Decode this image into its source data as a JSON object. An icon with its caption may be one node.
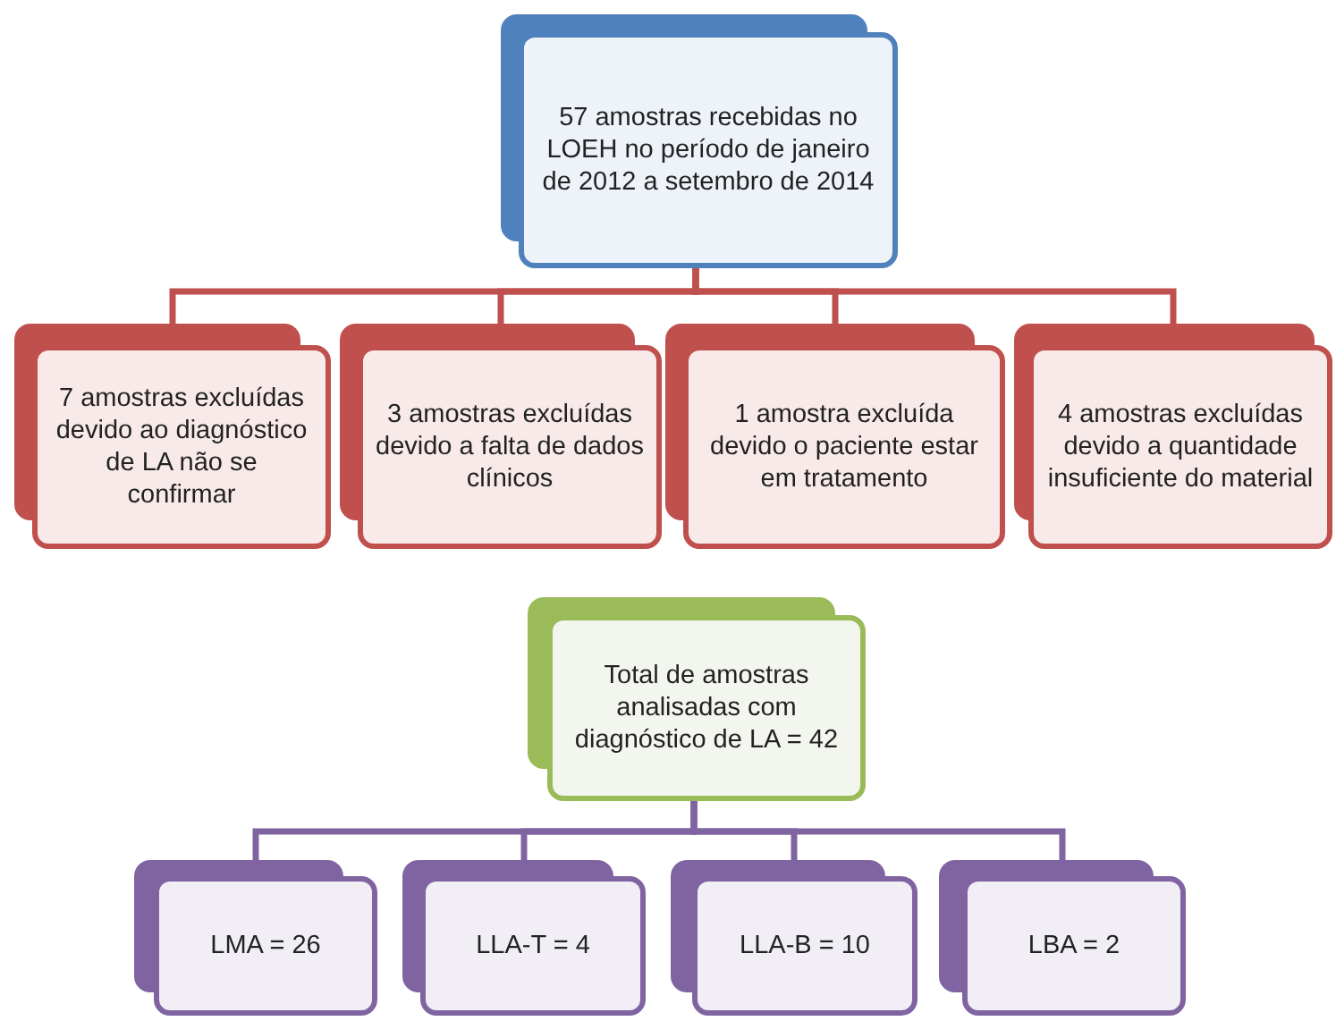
{
  "diagram": {
    "nodes": [
      {
        "text": [
          "57 amostras recebidas no LOEH no período de janeiro de 2012 a setembro de 2014"
        ]
      },
      {
        "text": [
          "7 amostras excluídas devido ao diagnóstico de LA não se confirmar"
        ]
      },
      {
        "text": [
          "3 amostras excluídas devido a falta de dados clínicos"
        ]
      },
      {
        "text": [
          "1 amostra excluída devido o paciente estar em tratamento"
        ]
      },
      {
        "text": [
          "4 amostras excluídas devido a quantidade insuficiente do material"
        ]
      },
      {
        "text": [
          "Total de amostras analisadas com diagnóstico de LA = 42"
        ]
      },
      {
        "text": [
          "LMA = 26"
        ]
      },
      {
        "text": [
          "LLA-T = 4"
        ]
      },
      {
        "text": [
          "LLA-B = 10"
        ]
      },
      {
        "text": [
          "LBA = 2"
        ]
      }
    ],
    "edges": [
      {
        "from": 0,
        "to": 1,
        "arrow": "none"
      },
      {
        "from": 0,
        "to": 2,
        "arrow": "none"
      },
      {
        "from": 0,
        "to": 3,
        "arrow": "none"
      },
      {
        "from": 0,
        "to": 4,
        "arrow": "none"
      },
      {
        "from": 5,
        "to": 6,
        "arrow": "none",
        "color": "#8064a2"
      },
      {
        "from": 5,
        "to": 7,
        "arrow": "none",
        "color": "#8064a2"
      },
      {
        "from": 5,
        "to": 8,
        "arrow": "none",
        "color": "#8064a2"
      },
      {
        "from": 5,
        "to": 9,
        "arrow": "none",
        "color": "#8064a2"
      }
    ]
  }
}
